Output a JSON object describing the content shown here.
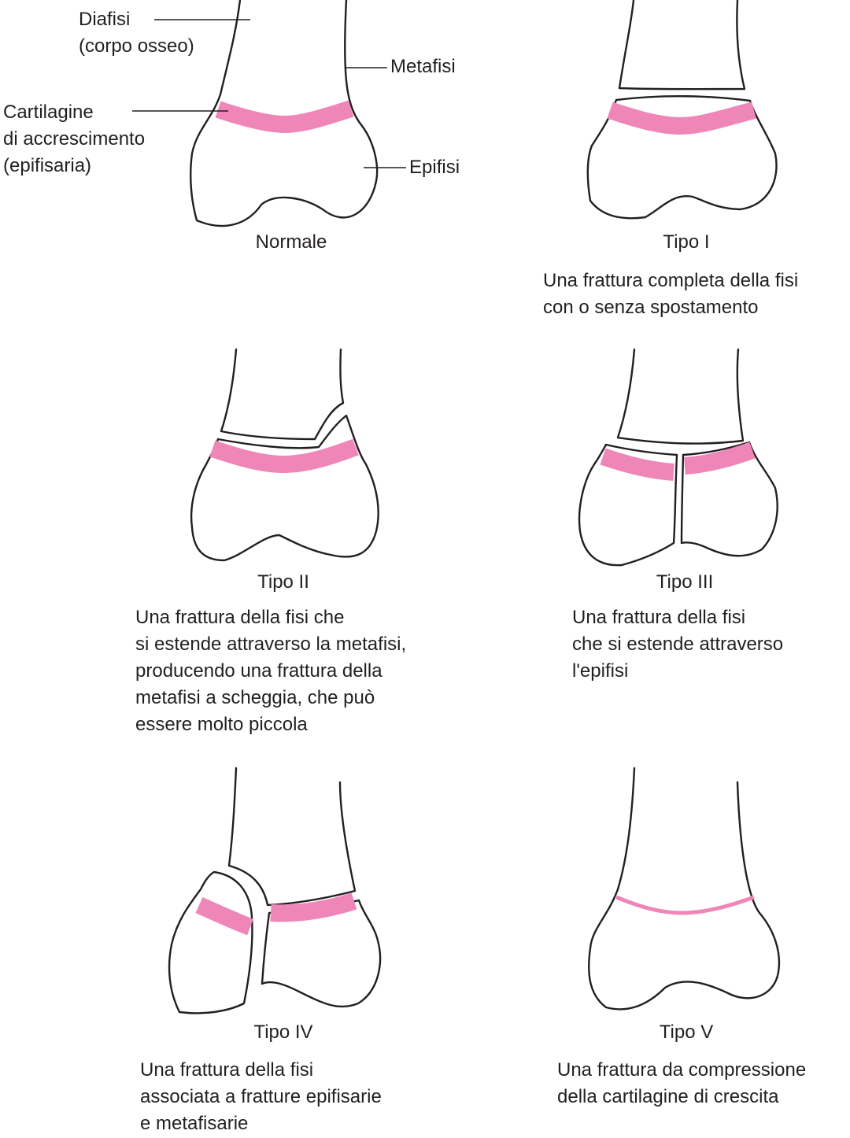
{
  "labels": {
    "diafisi": [
      "Diafisi",
      "(corpo osseo)"
    ],
    "metafisi": "Metafisi",
    "cartilagine": [
      "Cartilagine",
      "di accrescimento",
      "(epifisaria)"
    ],
    "epifisi": "Epifisi"
  },
  "panels": [
    {
      "title": "Normale",
      "description": []
    },
    {
      "title": "Tipo I",
      "description": [
        "Una frattura completa della fisi",
        "con o senza spostamento"
      ]
    },
    {
      "title": "Tipo II",
      "description": [
        "Una frattura della fisi che",
        "si estende attraverso la metafisi,",
        "producendo una frattura della",
        "metafisi a scheggia, che può",
        "essere molto piccola"
      ]
    },
    {
      "title": "Tipo III",
      "description": [
        "Una frattura della fisi",
        "che si estende attraverso",
        "l'epifisi"
      ]
    },
    {
      "title": "Tipo IV",
      "description": [
        "Una frattura della fisi",
        "associata a fratture epifisarie",
        "e metafisarie"
      ]
    },
    {
      "title": "Tipo V",
      "description": [
        "Una frattura da compressione",
        "della cartilagine di crescita"
      ]
    }
  ],
  "colors": {
    "growth_plate": "#ef86b8",
    "outline": "#231f20",
    "background": "#ffffff"
  }
}
